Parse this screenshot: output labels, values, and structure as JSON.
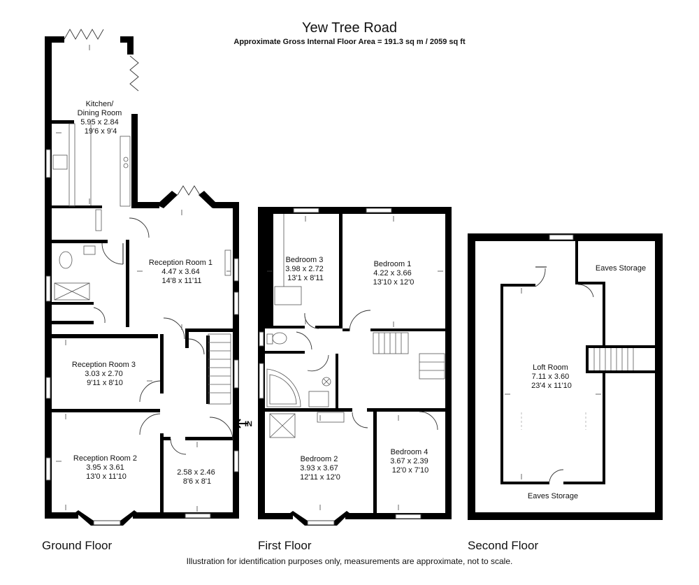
{
  "header": {
    "title": "Yew Tree Road",
    "subtitle": "Approximate Gross Internal Floor Area  = 191.3 sq m / 2059 sq ft"
  },
  "floors": {
    "ground": {
      "label": "Ground Floor",
      "rooms": {
        "kitchen": [
          "Kitchen/",
          "Dining Room",
          "5.95 x 2.84",
          "19'6 x 9'4"
        ],
        "reception1": [
          "Reception Room 1",
          "4.47 x 3.64",
          "14'8 x 11'11"
        ],
        "reception3": [
          "Reception Room 3",
          "3.03 x 2.70",
          "9'11 x 8'10"
        ],
        "reception2": [
          "Reception Room 2",
          "3.95 x 3.61",
          "13'0 x 11'10"
        ],
        "small": [
          "2.58 x 2.46",
          "8'6 x 8'1"
        ]
      },
      "entrance": "IN"
    },
    "first": {
      "label": "First Floor",
      "rooms": {
        "bedroom3": [
          "Bedroom 3",
          "3.98 x 2.72",
          "13'1 x 8'11"
        ],
        "bedroom1": [
          "Bedroom 1",
          "4.22 x 3.66",
          "13'10 x 12'0"
        ],
        "bedroom2": [
          "Bedroom 2",
          "3.93 x 3.67",
          "12'11 x 12'0"
        ],
        "bedroom4": [
          "Bedroom 4",
          "3.67 x 2.39",
          "12'0 x 7'10"
        ]
      }
    },
    "second": {
      "label": "Second Floor",
      "rooms": {
        "loft": [
          "Loft Room",
          "7.11 x 3.60",
          "23'4 x 11'10"
        ],
        "eaves_top": "Eaves Storage",
        "eaves_bottom": "Eaves Storage"
      }
    }
  },
  "footer": {
    "disclaimer": "Illustration for identification purposes only, measurements are approximate, not to scale."
  }
}
